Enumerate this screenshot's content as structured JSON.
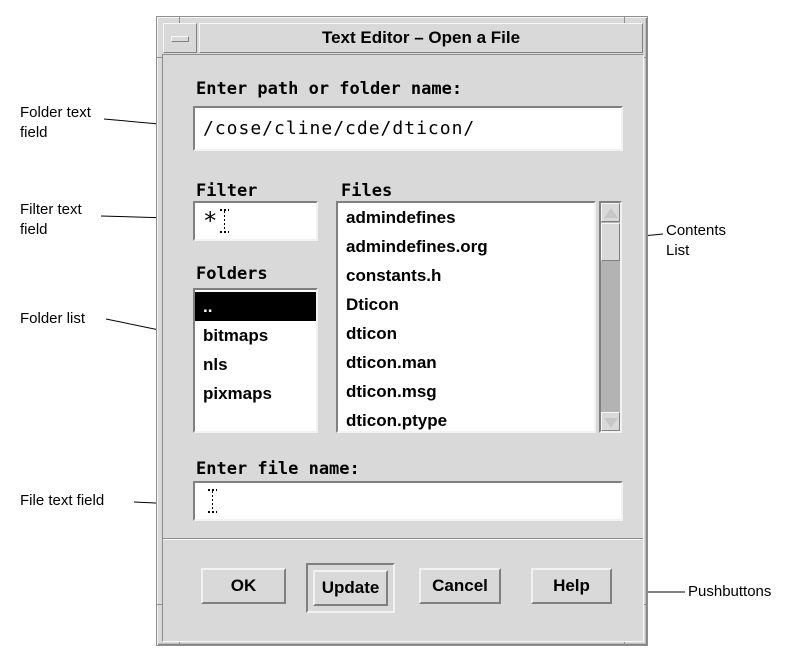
{
  "window": {
    "title": "Text Editor – Open a File"
  },
  "path_section": {
    "label": "Enter path or folder name:",
    "value": "/cose/cline/cde/dticon/"
  },
  "filter_section": {
    "label": "Filter",
    "value": "*"
  },
  "files_section": {
    "label": "Files",
    "items": [
      "admindefines",
      "admindefines.org",
      "constants.h",
      "Dticon",
      "dticon",
      "dticon.man",
      "dticon.msg",
      "dticon.ptype"
    ]
  },
  "folders_section": {
    "label": "Folders",
    "items": [
      {
        "label": "..",
        "selected": true
      },
      {
        "label": "bitmaps",
        "selected": false
      },
      {
        "label": "nls",
        "selected": false
      },
      {
        "label": "pixmaps",
        "selected": false
      }
    ]
  },
  "filename_section": {
    "label": "Enter file name:",
    "value": ""
  },
  "buttons": {
    "ok": "OK",
    "update": "Update",
    "cancel": "Cancel",
    "help": "Help"
  },
  "annotations": {
    "folder_text_field": "Folder text\nfield",
    "filter_text_field": "Filter text\nfield",
    "folder_list": "Folder list",
    "file_text_field": "File text field",
    "contents_list": "Contents\nList",
    "pushbuttons": "Pushbuttons"
  },
  "colors": {
    "window_bg": "#d9d9d9",
    "selection_bg": "#000000",
    "selection_fg": "#ffffff",
    "field_bg": "#ffffff"
  }
}
